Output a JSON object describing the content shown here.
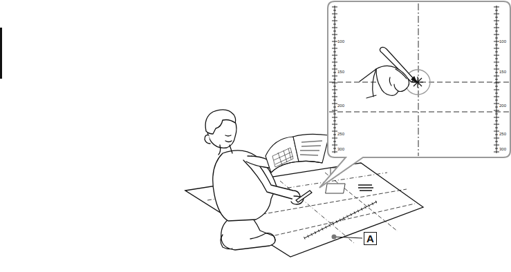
{
  "diagram": {
    "nodes": [
      {
        "text": [
          "A"
        ]
      }
    ],
    "labels": [
      "100",
      "150",
      "200",
      "250",
      "300",
      "100",
      "150",
      "200",
      "250",
      "300"
    ]
  }
}
